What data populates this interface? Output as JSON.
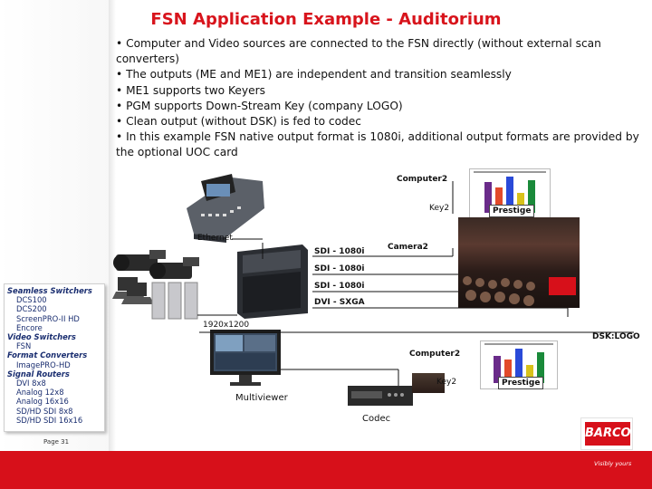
{
  "slide": {
    "title": "FSN Application Example - Auditorium",
    "bullets": [
      "• Computer and Video sources are connected to the FSN directly (without external scan converters)",
      "• The outputs (ME and ME1) are independent and transition seamlessly",
      "• ME1 supports two Keyers",
      "• PGM supports Down-Stream Key (company LOGO)",
      "• Clean output (without DSK) is fed to codec",
      "• In this example FSN native output format is 1080i, additional output formats are provided by the optional UOC card"
    ],
    "page_number": "Page 31"
  },
  "diagram": {
    "computer2_top": "Computer2",
    "key2_top": "Key2",
    "prestige_top": "Prestige",
    "ethernet": "Ethernet",
    "sdi_1080i_a": "SDI - 1080i",
    "camera2": "Camera2",
    "sdi_1080i_b": "SDI - 1080i",
    "sdi_1080i_c": "SDI - 1080i",
    "dvi_sxga": "DVI - SXGA",
    "res_1920": "1920x1200",
    "dsk_logo": "DSK:LOGO",
    "computer2_bottom": "Computer2",
    "key2_bottom": "Key2",
    "prestige_bottom": "Prestige",
    "multiviewer": "Multiviewer",
    "codec": "Codec"
  },
  "sidebar": {
    "groups": [
      {
        "heading": "Seamless Switchers",
        "items": [
          "DCS100",
          "DCS200",
          "ScreenPRO-II HD",
          "Encore"
        ]
      },
      {
        "heading": "Video Switchers",
        "items": [
          "FSN"
        ]
      },
      {
        "heading": "Format Converters",
        "items": [
          "ImagePRO-HD"
        ]
      },
      {
        "heading": "Signal Routers",
        "items": [
          "DVI 8x8",
          "Analog 12x8",
          "Analog 16x16",
          "SD/HD SDI 8x8",
          "SD/HD SDI 16x16"
        ]
      }
    ]
  },
  "brand": {
    "logo_text": "BARCO",
    "tagline": "Visibly yours",
    "accent": "#d7101a"
  }
}
